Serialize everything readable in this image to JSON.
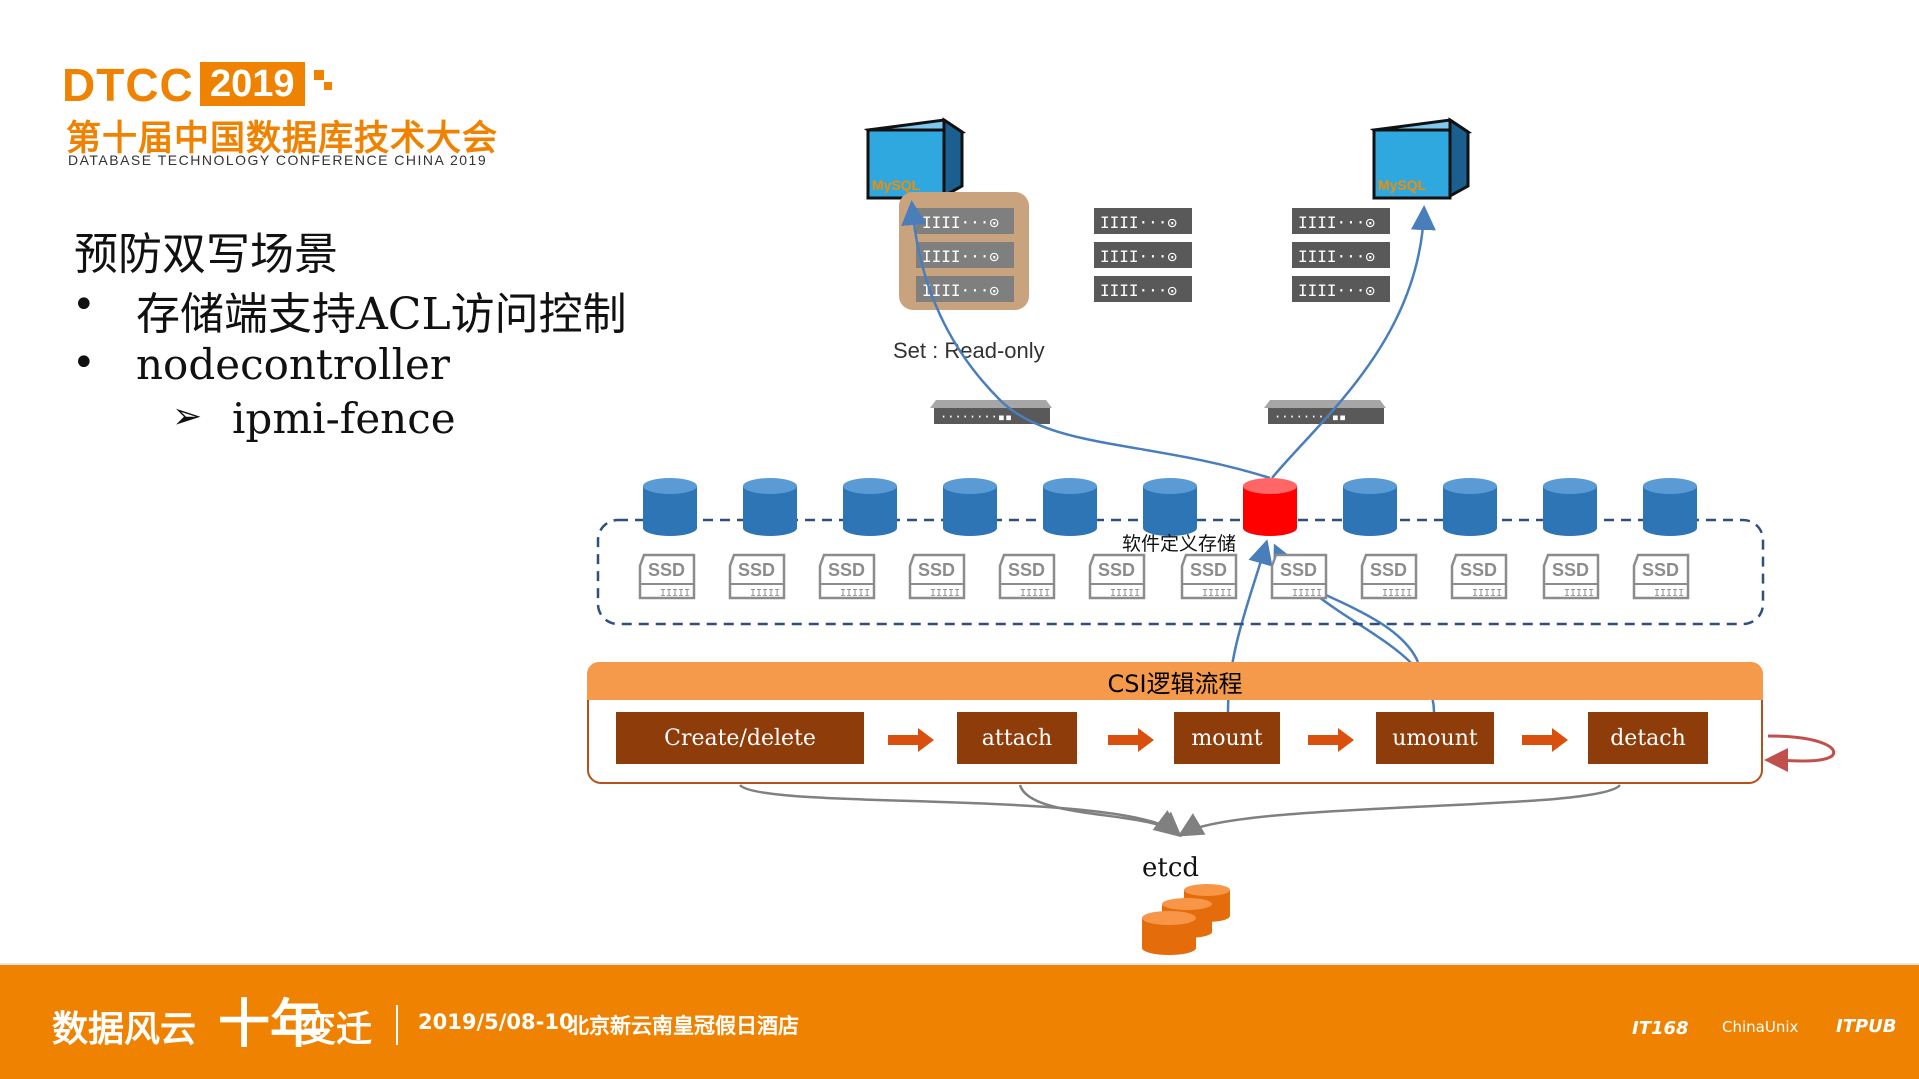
{
  "header": {
    "logo_dtcc": "DTCC",
    "logo_year": "2019",
    "logo_cn": "第十届中国数据库技术大会",
    "logo_en": "DATABASE TECHNOLOGY CONFERENCE CHINA 2019"
  },
  "slide": {
    "title": "预防双写场景",
    "bullets": [
      "存储端支持ACL访问控制",
      "nodecontroller"
    ],
    "sub_bullet": "ipmi-fence"
  },
  "diagram": {
    "mysql_label": "MySQL",
    "readonly_label": "Set : Read-only",
    "sds_label": "软件定义存储",
    "ssd_label": "SSD",
    "csi_title": "CSI逻辑流程",
    "steps": [
      "Create/delete",
      "attach",
      "mount",
      "umount",
      "detach"
    ],
    "etcd_label": "etcd",
    "colors": {
      "disk_blue": "#2e75b6",
      "disk_red": "#ff0000",
      "server_gray": "#595959",
      "highlight": "#c9a27e",
      "csi_header": "#f59a4a",
      "step_box": "#8e3c0a",
      "arrow_orange": "#d9500e",
      "line_blue": "#4a7ebb",
      "etcd_orange": "#e46c0a"
    }
  },
  "footer": {
    "slogan_a": "数据风云",
    "slogan_b": "十年",
    "slogan_c": "变迁",
    "date": "2019/5/08-10",
    "venue": "北京新云南皇冠假日酒店",
    "logo_itpub168": "IT168",
    "logo_chinaunix": "ChinaUnix",
    "logo_itpub": "ITPUB"
  }
}
